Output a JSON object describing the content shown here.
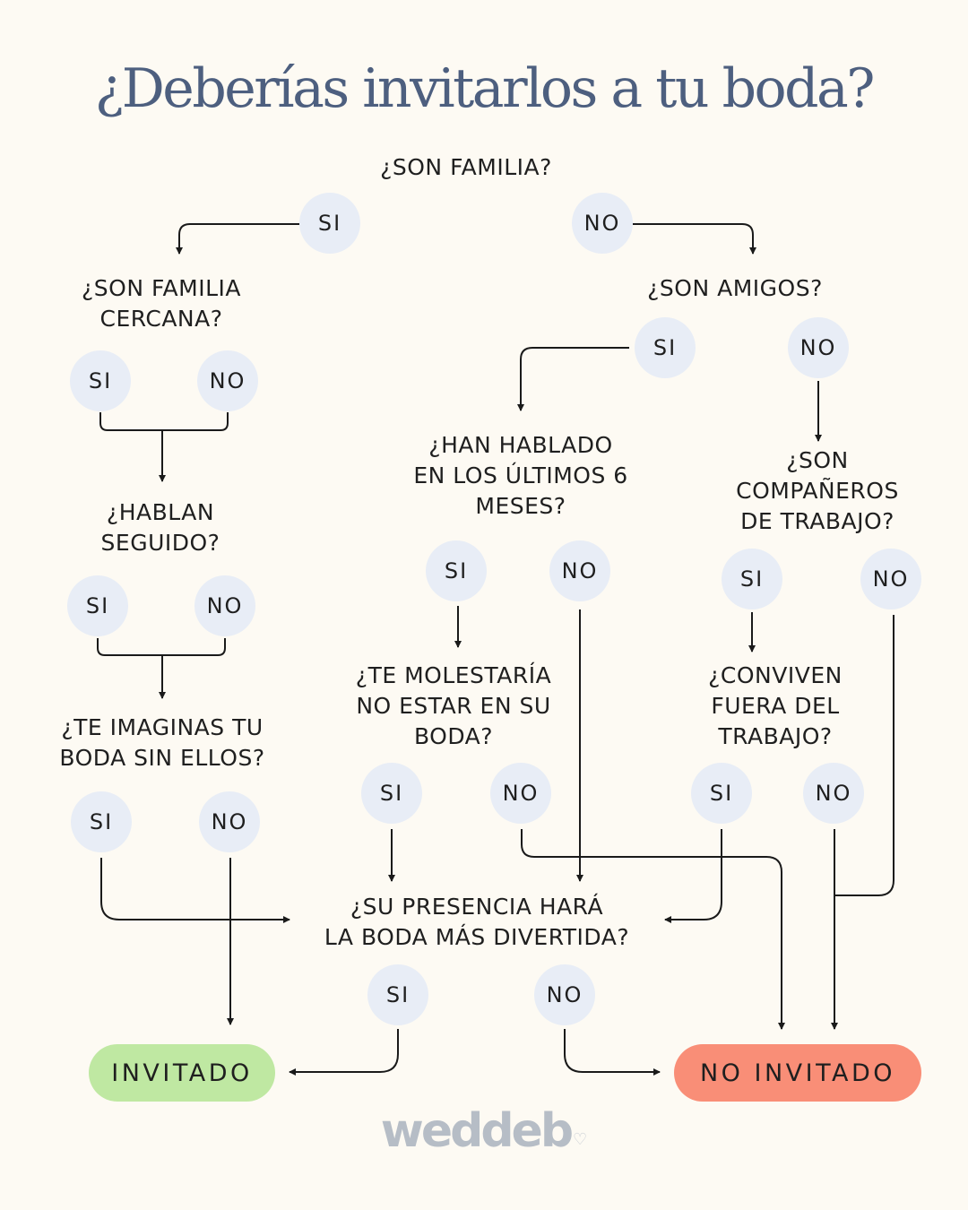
{
  "title": "¿Deberías invitarlos a tu boda?",
  "questions": {
    "familia": "¿SON FAMILIA?",
    "cercana": "¿SON FAMILIA\nCERCANA?",
    "amigos": "¿SON AMIGOS?",
    "hablan_seguido": "¿HABLAN\nSEGUIDO?",
    "ultimos_meses": "¿HAN HABLADO\nEN LOS ÚLTIMOS 6\nMESES?",
    "companeros": "¿SON\nCOMPAÑEROS\nDE TRABAJO?",
    "imaginas": "¿TE IMAGINAS TU\nBODA SIN ELLOS?",
    "molestaria": "¿TE MOLESTARÍA\nNO ESTAR EN SU\nBODA?",
    "conviven": "¿CONVIVEN\nFUERA DEL\nTRABAJO?",
    "presencia": "¿SU PRESENCIA HARÁ\nLA BODA MÁS DIVERTIDA?"
  },
  "answers": {
    "yes": "SI",
    "no": "NO"
  },
  "outcomes": {
    "invited": "INVITADO",
    "not_invited": "NO INVITADO"
  },
  "brand": {
    "logo": "weddeb",
    "heart": "♡"
  },
  "colors": {
    "background": "#fdfaf3",
    "title": "#4d5f7f",
    "answer_circle": "#e8edf6",
    "invited": "#bfe8a2",
    "not_invited": "#f98e77"
  }
}
